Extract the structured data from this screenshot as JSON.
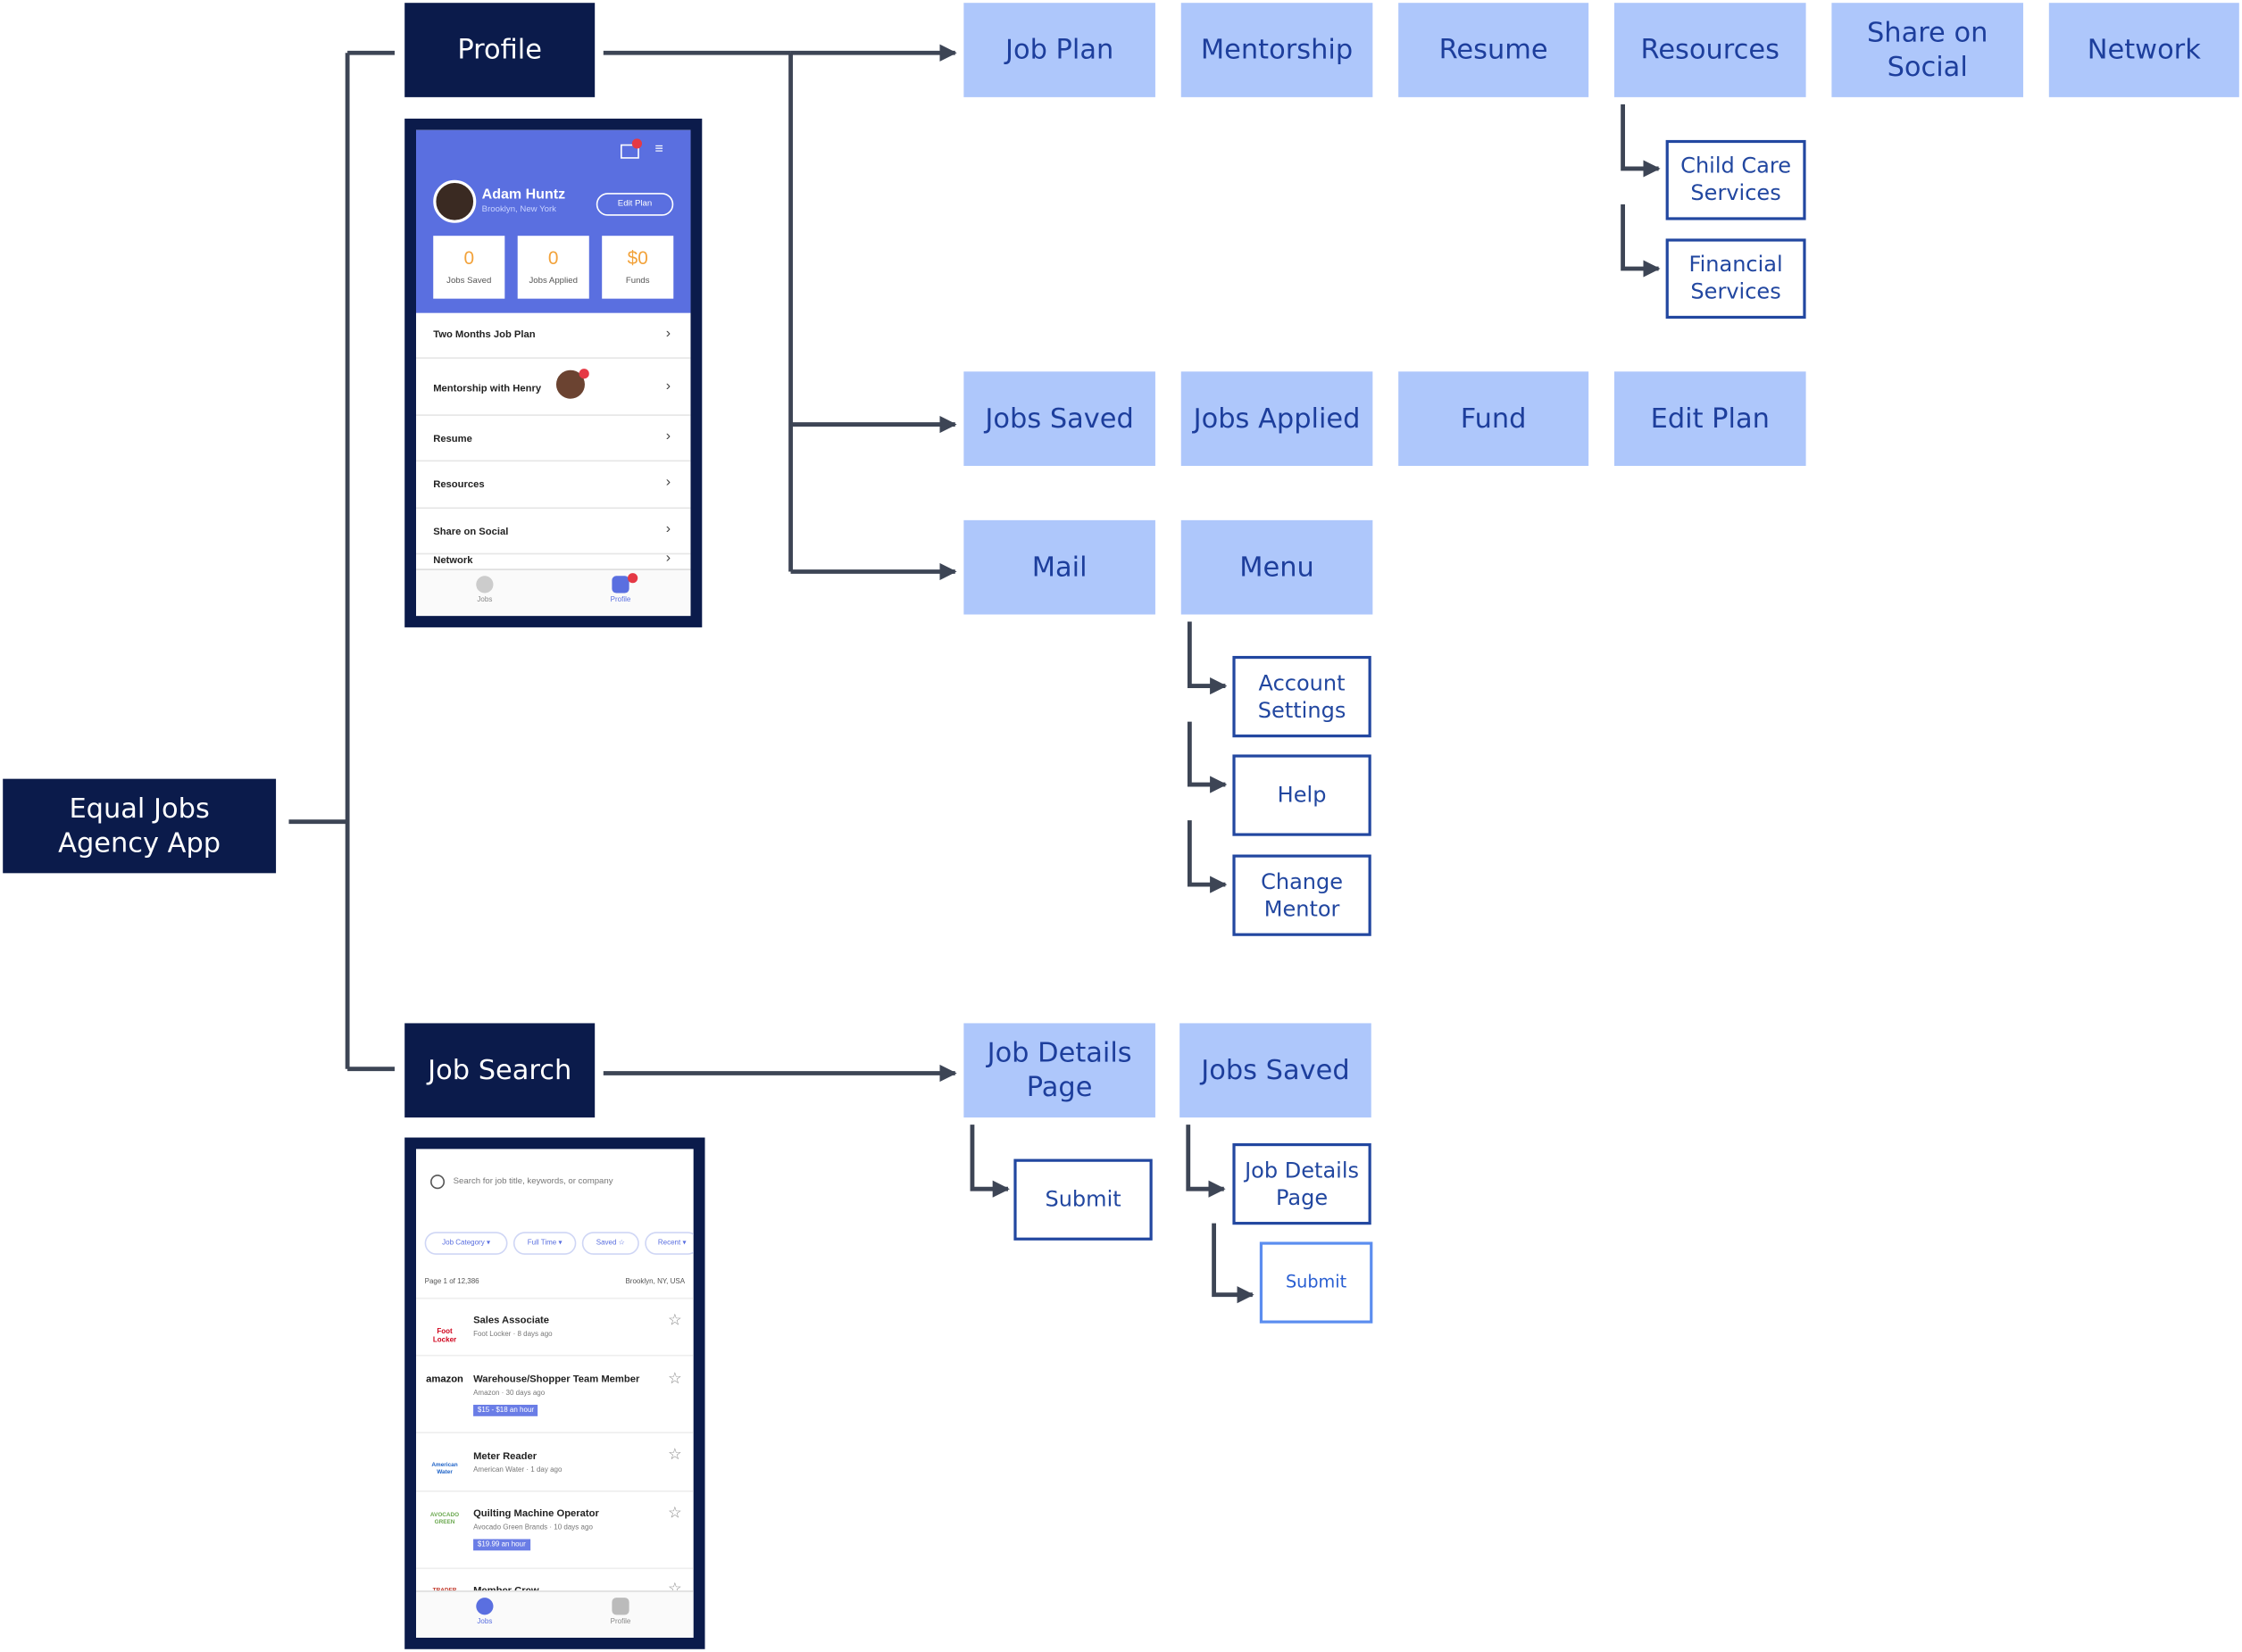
{
  "root": {
    "label": "Equal Jobs\nAgency App"
  },
  "profile": {
    "label": "Profile",
    "children": [
      "Job Plan",
      "Mentorship",
      "Resume",
      "Resources",
      "Share on Social",
      "Network"
    ],
    "resources_children": [
      "Child Care Services",
      "Financial Services"
    ],
    "stats_row": [
      "Jobs Saved",
      "Jobs Applied",
      "Fund",
      "Edit Plan"
    ],
    "nav_row": [
      "Mail",
      "Menu"
    ],
    "menu_children": [
      "Account Settings",
      "Help",
      "Change Mentor"
    ]
  },
  "job_search": {
    "label": "Job Search",
    "children": [
      "Job Details Page",
      "Jobs Saved"
    ],
    "details_children": [
      "Submit"
    ],
    "saved_children": [
      "Job Details Page"
    ],
    "saved_grandchildren": [
      "Submit"
    ]
  },
  "profile_screen": {
    "user_name": "Adam Huntz",
    "user_location": "Brooklyn, New York",
    "edit_button": "Edit Plan",
    "stats": [
      {
        "value": "0",
        "label": "Jobs Saved"
      },
      {
        "value": "0",
        "label": "Jobs Applied"
      },
      {
        "value": "$0",
        "label": "Funds"
      }
    ],
    "rows": [
      "Two Months Job Plan",
      "Mentorship with Henry",
      "Resume",
      "Resources",
      "Share on Social",
      "Network"
    ],
    "tabs": [
      "Jobs",
      "Profile"
    ]
  },
  "search_screen": {
    "placeholder": "Search for job title, keywords, or company",
    "chips": [
      "Job Category ▾",
      "Full Time ▾",
      "Saved ☆",
      "Recent ▾"
    ],
    "page_info": "Page 1 of 12,386",
    "location": "Brooklyn, NY, USA",
    "jobs": [
      {
        "logo": "Foot Locker",
        "title": "Sales Associate",
        "sub": "Foot Locker · 8 days ago",
        "pay": ""
      },
      {
        "logo": "amazon",
        "title": "Warehouse/Shopper Team Member",
        "sub": "Amazon · 30 days ago",
        "pay": "$15 - $18 an hour"
      },
      {
        "logo": "American Water",
        "title": "Meter Reader",
        "sub": "American Water · 1 day ago",
        "pay": ""
      },
      {
        "logo": "AVOCADO GREEN",
        "title": "Quilting Machine Operator",
        "sub": "Avocado Green Brands · 10 days ago",
        "pay": "$19.99 an hour"
      },
      {
        "logo": "TRADER JOE'S",
        "title": "Member Crew",
        "sub": "",
        "pay": ""
      }
    ],
    "tabs": [
      "Jobs",
      "Profile"
    ]
  },
  "colors": {
    "dark": "#0b1b4b",
    "light": "#aec7fb",
    "outline": "#2247a0",
    "connector": "#3d4555",
    "phone_header": "#5a6fe0"
  }
}
